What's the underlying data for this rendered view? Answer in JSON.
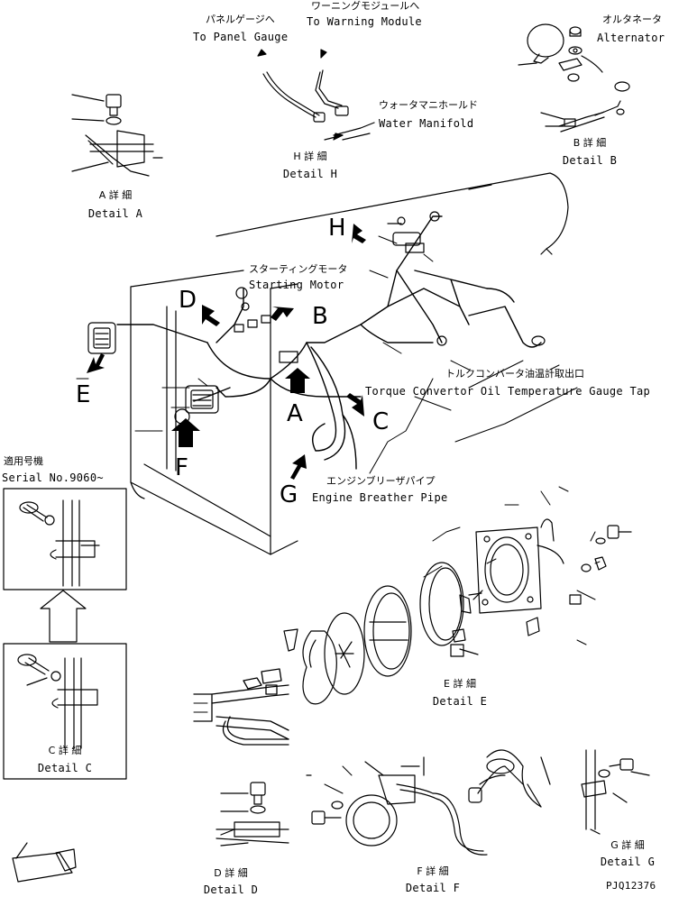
{
  "labels": {
    "panel_gauge_jp": "パネルゲージへ",
    "panel_gauge_en": "To Panel Gauge",
    "warning_module_jp": "ワーニングモジュールへ",
    "warning_module_en": "To Warning Module",
    "water_manifold_jp": "ウォータマニホールド",
    "water_manifold_en": "Water Manifold",
    "alternator_jp": "オルタネータ",
    "alternator_en": "Alternator",
    "starting_motor_jp": "スターティングモータ",
    "starting_motor_en": "Starting Motor",
    "torque_converter_jp": "トルクコンバータ油温計取出口",
    "torque_converter_en": "Torque Convertor Oil Temperature Gauge Tap",
    "engine_breather_jp": "エンジンブリーザパイプ",
    "engine_breather_en": "Engine Breather Pipe",
    "serial_jp": "適用号機",
    "serial_en": "Serial No.9060~"
  },
  "details": {
    "a_jp": "A 詳 細",
    "a_en": "Detail A",
    "b_jp": "B 詳 細",
    "b_en": "Detail B",
    "c_jp": "C 詳 細",
    "c_en": "Detail C",
    "d_jp": "D 詳 細",
    "d_en": "Detail D",
    "e_jp": "E 詳 細",
    "e_en": "Detail E",
    "f_jp": "F 詳 細",
    "f_en": "Detail F",
    "g_jp": "G 詳 細",
    "g_en": "Detail G",
    "h_jp": "H 詳 細",
    "h_en": "Detail H"
  },
  "view_letters": {
    "a": "A",
    "b": "B",
    "c": "C",
    "d": "D",
    "e": "E",
    "f": "F",
    "g": "G",
    "h": "H"
  },
  "drawing_number": "PJQ12376"
}
